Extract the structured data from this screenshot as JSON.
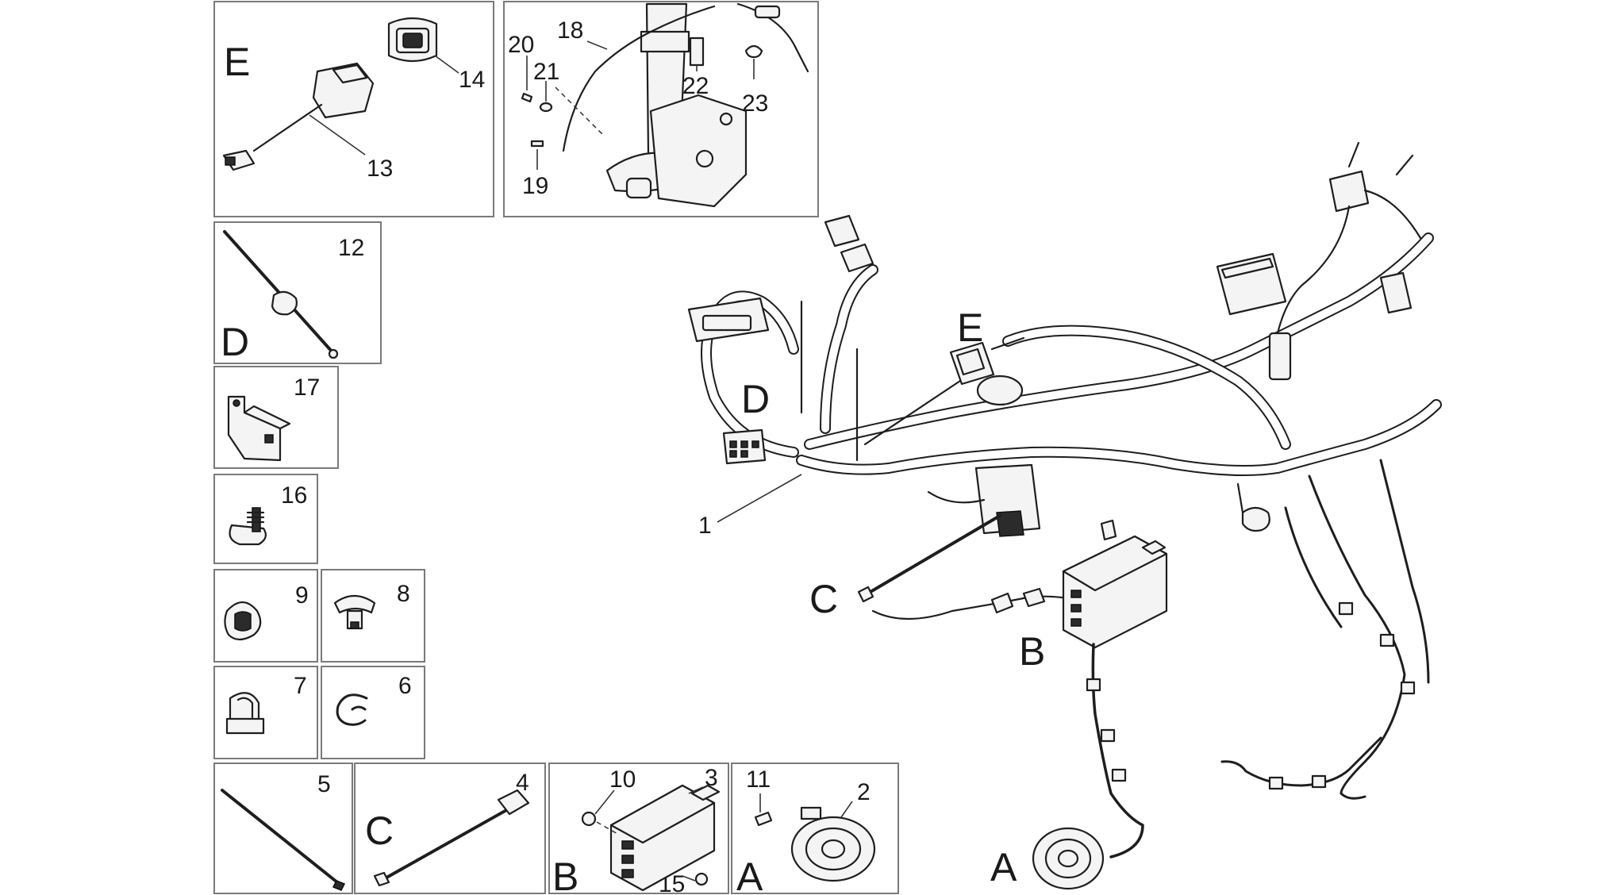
{
  "labels": {
    "n1": "1",
    "n2": "2",
    "n3": "3",
    "n4": "4",
    "n5": "5",
    "n6": "6",
    "n7": "7",
    "n8": "8",
    "n9": "9",
    "n10": "10",
    "n11": "11",
    "n12": "12",
    "n13": "13",
    "n14": "14",
    "n15": "15",
    "n16": "16",
    "n17": "17",
    "n18": "18",
    "n19": "19",
    "n20": "20",
    "n21": "21",
    "n22": "22",
    "n23": "23"
  },
  "groups": {
    "a_box": "A",
    "b_box": "B",
    "c_box": "C",
    "d_box": "D",
    "e_box": "E",
    "a_main": "A",
    "b_main": "B",
    "c_main": "C",
    "d_main": "D",
    "e_main": "E"
  }
}
